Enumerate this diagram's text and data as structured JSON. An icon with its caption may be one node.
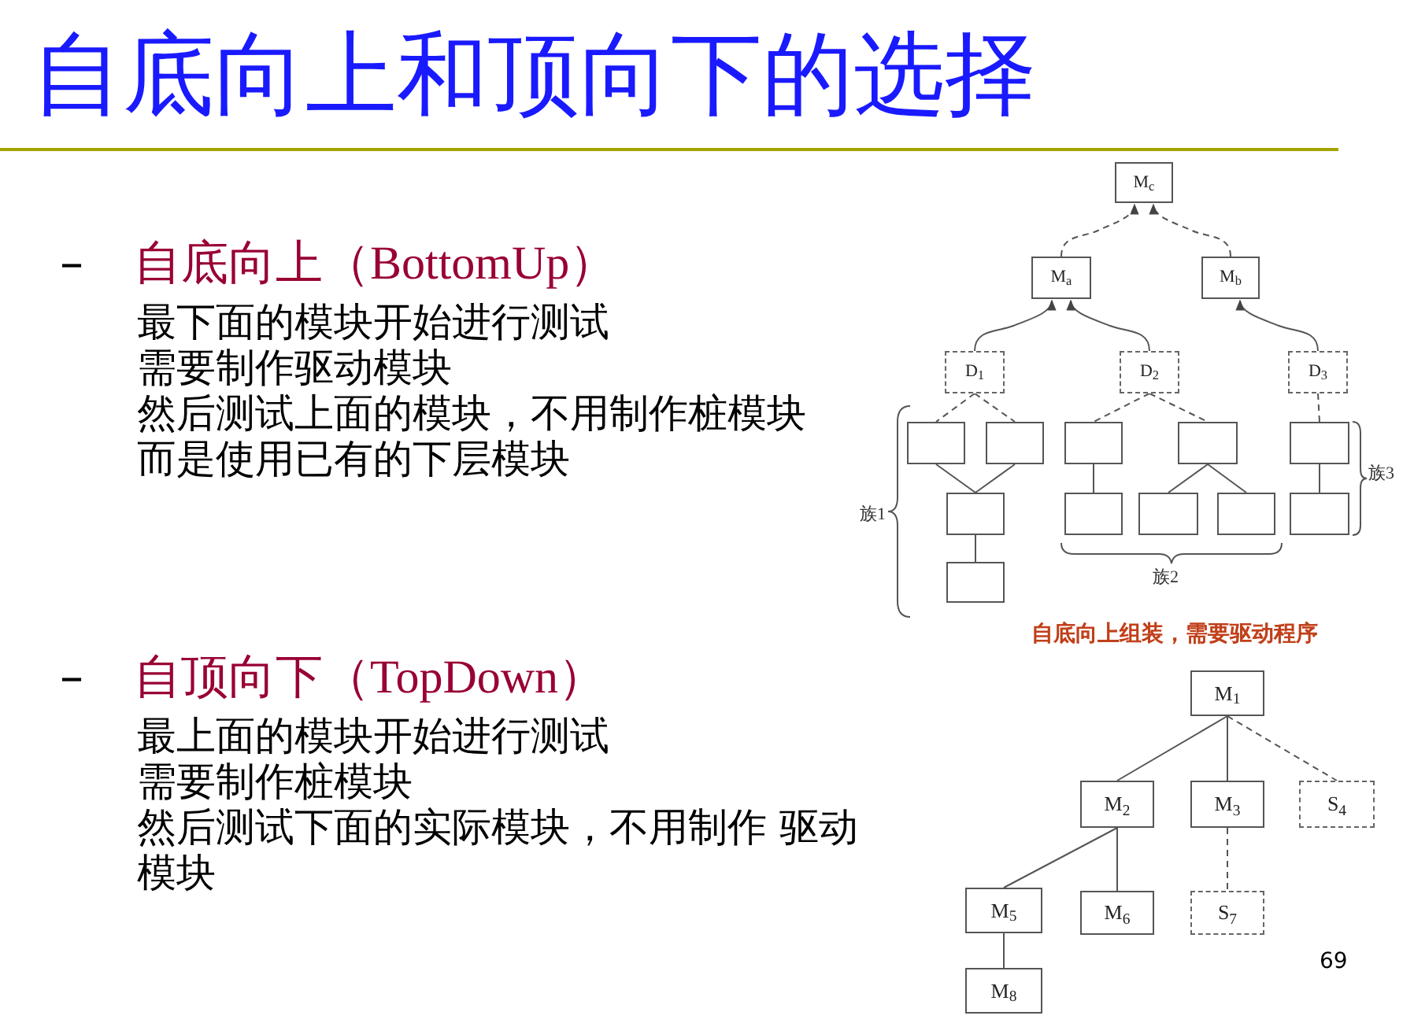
{
  "diagram": {
    "title": "自底向上和顶向下的选择",
    "nodes": [
      {
        "text": [
          "M$_{c}$"
        ]
      },
      {
        "text": [
          "M$_{a}$"
        ]
      },
      {
        "text": [
          "M$_{b}$"
        ]
      },
      {
        "text": [
          "D$_{1}$"
        ]
      },
      {
        "text": [
          "D$_{2}$"
        ]
      },
      {
        "text": [
          "D$_{3}$"
        ]
      },
      {
        "text": [],
        "shape": "box"
      },
      {
        "text": [],
        "shape": "box"
      },
      {
        "text": [],
        "shape": "box"
      },
      {
        "text": [],
        "shape": "box"
      },
      {
        "text": [],
        "shape": "box"
      },
      {
        "text": [],
        "shape": "box"
      },
      {
        "text": [],
        "shape": "box"
      },
      {
        "text": [],
        "shape": "box"
      },
      {
        "text": [],
        "shape": "box"
      },
      {
        "text": [],
        "shape": "box"
      },
      {
        "text": [],
        "shape": "box"
      },
      {
        "text": [
          "M$_{1}$"
        ]
      },
      {
        "text": [
          "M$_{2}$"
        ]
      },
      {
        "text": [
          "M$_{3}$"
        ]
      },
      {
        "text": [
          "S$_{4}$"
        ]
      },
      {
        "text": [
          "M$_{5}$"
        ]
      },
      {
        "text": [
          "M$_{6}$"
        ]
      },
      {
        "text": [
          "S$_{7}$"
        ]
      },
      {
        "text": [
          "M$_{8}$"
        ]
      }
    ],
    "edges": [
      {
        "from": 1,
        "to": 0,
        "arrow": "to",
        "style": "dashed"
      },
      {
        "from": 2,
        "to": 0,
        "arrow": "to",
        "style": "dashed"
      },
      {
        "from": 3,
        "to": 1,
        "arrow": "to"
      },
      {
        "from": 4,
        "to": 1,
        "arrow": "to"
      },
      {
        "from": 5,
        "to": 2,
        "arrow": "to"
      },
      {
        "from": 3,
        "to": 6,
        "arrow": "none",
        "style": "dashed"
      },
      {
        "from": 3,
        "to": 7,
        "arrow": "none",
        "style": "dashed"
      },
      {
        "from": 4,
        "to": 8,
        "arrow": "none",
        "style": "dashed"
      },
      {
        "from": 4,
        "to": 9,
        "arrow": "none",
        "style": "dashed"
      },
      {
        "from": 5,
        "to": 10,
        "arrow": "none",
        "style": "dashed"
      },
      {
        "from": 6,
        "to": 11,
        "arrow": "none"
      },
      {
        "from": 7,
        "to": 11,
        "arrow": "none"
      },
      {
        "from": 11,
        "to": 16,
        "arrow": "none"
      },
      {
        "from": 8,
        "to": 12,
        "arrow": "none"
      },
      {
        "from": 9,
        "to": 13,
        "arrow": "none"
      },
      {
        "from": 9,
        "to": 14,
        "arrow": "none"
      },
      {
        "from": 10,
        "to": 15,
        "arrow": "none"
      },
      {
        "from": 17,
        "to": 18,
        "arrow": "none"
      },
      {
        "from": 17,
        "to": 19,
        "arrow": "none"
      },
      {
        "from": 17,
        "to": 20,
        "arrow": "none",
        "style": "dashed"
      },
      {
        "from": 18,
        "to": 21,
        "arrow": "none"
      },
      {
        "from": 18,
        "to": 22,
        "arrow": "none"
      },
      {
        "from": 19,
        "to": 23,
        "arrow": "none",
        "style": "dashed"
      },
      {
        "from": 21,
        "to": 24,
        "arrow": "none"
      }
    ],
    "labels": [
      "–",
      "自底向上（BottomUp）",
      "最下面的模块开始进行测试",
      "需要制作驱动模块",
      "然后测试上面的模块，不用制作桩模块",
      "而是使用已有的下层模块",
      "族1",
      "族3",
      "族2",
      "自底向上组装，需要驱动程序",
      "–",
      "自顶向下（TopDown）",
      "最上面的模块开始进行测试",
      "需要制作桩模块",
      "然后测试下面的实际模块，不用制作 驱动模块",
      "69"
    ]
  }
}
